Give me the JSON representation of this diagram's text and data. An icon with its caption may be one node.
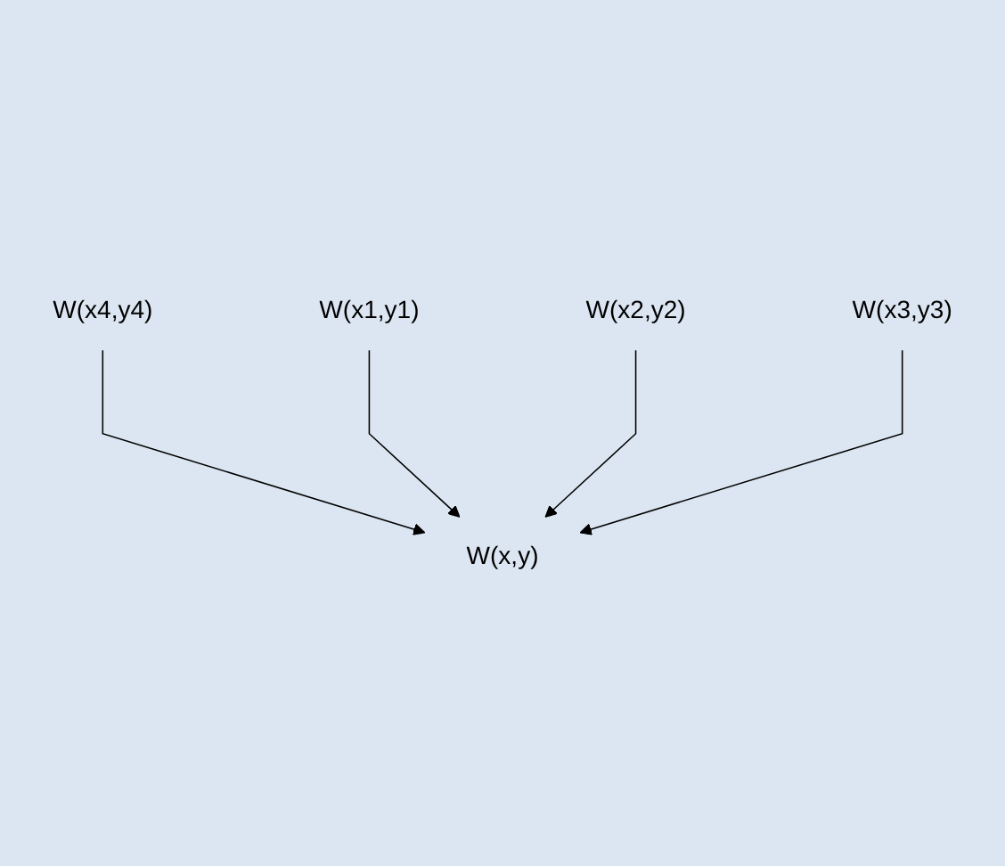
{
  "diagram": {
    "nodes": [
      {
        "text": [
          "W(x4,y4)"
        ]
      },
      {
        "text": [
          "W(x,y)"
        ]
      },
      {
        "text": [
          "W(x1,y1)"
        ]
      },
      {
        "text": [
          "W(x2,y2)"
        ]
      },
      {
        "text": [
          "W(x3,y3)"
        ]
      }
    ],
    "edges": [
      {
        "from": 0,
        "to": 1,
        "arrow": "to"
      },
      {
        "from": 2,
        "to": 1,
        "arrow": "to"
      },
      {
        "from": 3,
        "to": 1,
        "arrow": "to"
      },
      {
        "from": 4,
        "to": 1,
        "arrow": "to"
      }
    ]
  }
}
